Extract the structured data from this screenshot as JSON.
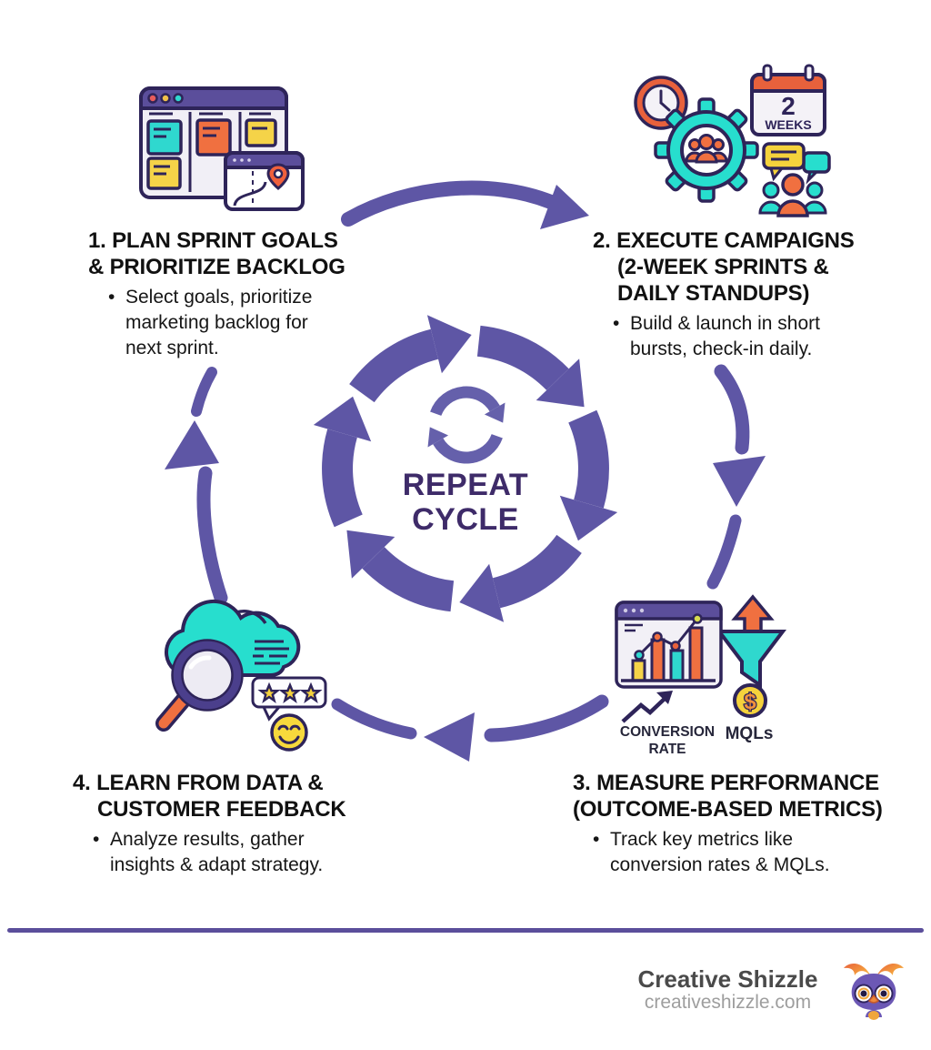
{
  "center": {
    "label_line1": "REPEAT",
    "label_line2": "CYCLE"
  },
  "steps": [
    {
      "title_lines": [
        "1. PLAN SPRINT GOALS",
        "& PRIORITIZE BACKLOG"
      ],
      "bullet_lines": [
        "Select goals, prioritize",
        "marketing backlog for",
        "next sprint."
      ]
    },
    {
      "title_lines": [
        "2. EXECUTE CAMPAIGNS",
        "(2-WEEK SPRINTS &",
        "DAILY STANDUPS)"
      ],
      "bullet_lines": [
        "Build & launch in short",
        "bursts, check-in daily."
      ]
    },
    {
      "title_lines": [
        "3. MEASURE PERFORMANCE",
        "(OUTCOME-BASED METRICS)"
      ],
      "bullet_lines": [
        "Track key metrics like",
        "conversion rates & MQLs."
      ]
    },
    {
      "title_lines": [
        "4. LEARN FROM DATA &",
        "CUSTOMER FEEDBACK"
      ],
      "bullet_lines": [
        "Analyze results, gather",
        "insights & adapt strategy."
      ]
    }
  ],
  "badges": {
    "calendar_number": "2",
    "calendar_unit": "WEEKS",
    "dollar_sign": "$",
    "metric1_line1": "CONVERSION",
    "metric1_line2": "RATE",
    "metric2": "MQLs"
  },
  "footer": {
    "brand": "Creative Shizzle",
    "site": "creativeshizzle.com"
  },
  "colors": {
    "arrow_purple": "#5E56A5",
    "dark_purple_text": "#3E2B69",
    "icon_outline": "#2E2459",
    "header_purple": "#5B4E9B",
    "teal": "#27DECE",
    "orange": "#F0703F",
    "yellow": "#F5D23C",
    "red_orange": "#E8613C",
    "divider": "#5B4E9B",
    "brand_gray": "#4A4A4A",
    "site_gray": "#9E9E9E"
  }
}
